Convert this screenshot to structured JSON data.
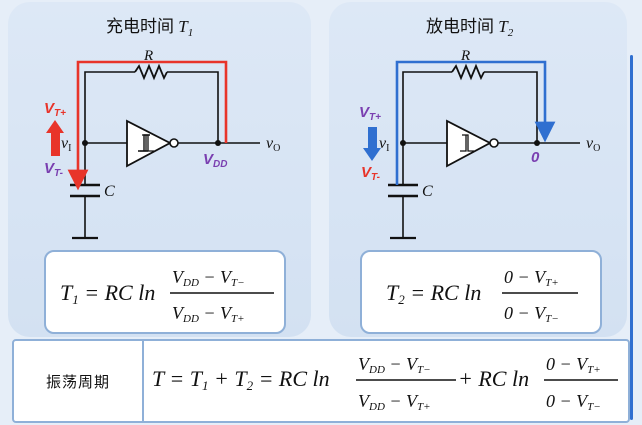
{
  "left_panel": {
    "title": "充电时间 ",
    "title_var": "T",
    "title_sub": "1",
    "resistor_label": "R",
    "vin_label": "v",
    "vin_sub": "I",
    "vout_label": "v",
    "vout_sub": "O",
    "cap_label": "C",
    "vtp_label": "V",
    "vtp_sub": "T+",
    "vtm_label": "V",
    "vtm_sub": "T-",
    "vdd_label": "V",
    "vdd_sub": "DD",
    "formula": {
      "lhs": "T",
      "lhs_sub": "1",
      "eq": " = RC ln",
      "num_a": "V",
      "num_a_sub": "DD",
      "num_op": " − V",
      "num_b_sub": "T−",
      "den_a": "V",
      "den_a_sub": "DD",
      "den_op": " − V",
      "den_b_sub": "T+"
    }
  },
  "right_panel": {
    "title": "放电时间 ",
    "title_var": "T",
    "title_sub": "2",
    "resistor_label": "R",
    "vin_label": "v",
    "vin_sub": "I",
    "vout_label": "v",
    "vout_sub": "O",
    "cap_label": "C",
    "vtp_label": "V",
    "vtp_sub": "T+",
    "vtm_label": "V",
    "vtm_sub": "T-",
    "zero_label": "0",
    "formula": {
      "lhs": "T",
      "lhs_sub": "2",
      "eq": " = RC ln",
      "num": "0 − V",
      "num_sub": "T+",
      "den": "0 − V",
      "den_sub": "T−"
    }
  },
  "bottom": {
    "label": "振荡周期",
    "f_T": "T",
    "f_eq1": " = ",
    "f_T1": "T",
    "f_T1_sub": "1",
    "f_plus1": " + ",
    "f_T2": "T",
    "f_T2_sub": "2",
    "f_eq2": " = RC ln",
    "f1_num": "V",
    "f1_num_sub": "DD",
    "f1_num_op": " − V",
    "f1_num_b_sub": "T−",
    "f1_den": "V",
    "f1_den_sub": "DD",
    "f1_den_op": " − V",
    "f1_den_b_sub": "T+",
    "f_plus2": " + RC ln",
    "f2_num": "0 − V",
    "f2_num_sub": "T+",
    "f2_den": "0 − V",
    "f2_den_sub": "T−"
  },
  "colors": {
    "charge_path": "#e8342a",
    "discharge_path": "#2f6fd0",
    "purple_label": "#7a3fb0",
    "red_label": "#e8342a",
    "wire": "#111111"
  }
}
